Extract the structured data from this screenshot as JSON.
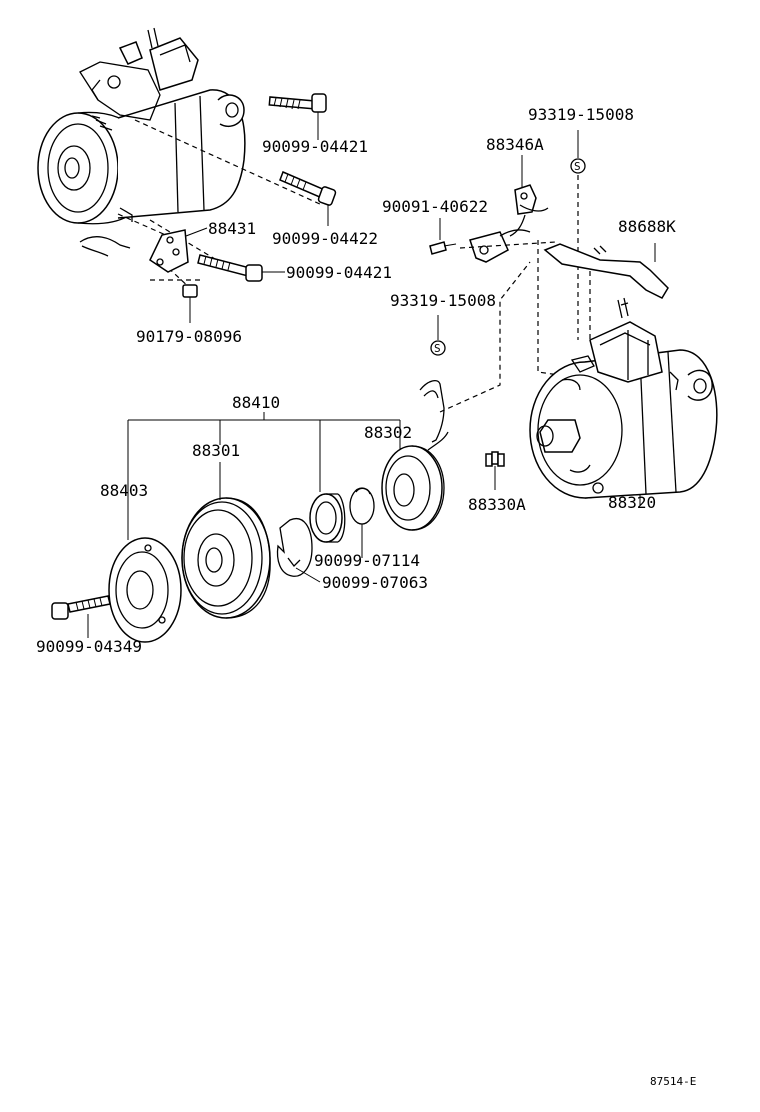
{
  "diagram": {
    "labels": {
      "l_90099_04421_a": "90099-04421",
      "l_90099_04422": "90099-04422",
      "l_88431": "88431",
      "l_90099_04421_b": "90099-04421",
      "l_90179_08096": "90179-08096",
      "l_93319_15008_a": "93319-15008",
      "l_88346a": "88346A",
      "l_90091_40622": "90091-40622",
      "l_88688k": "88688K",
      "l_93319_15008_b": "93319-15008",
      "l_88410": "88410",
      "l_88301": "88301",
      "l_88302": "88302",
      "l_88403": "88403",
      "l_88330a": "88330A",
      "l_88320": "88320",
      "l_90099_07114": "90099-07114",
      "l_90099_07063": "90099-07063",
      "l_90099_04349": "90099-04349",
      "l_s_a": "S",
      "l_s_b": "S",
      "footer_code": "87514-E"
    },
    "colors": {
      "line": "#000000",
      "background": "#ffffff"
    }
  }
}
